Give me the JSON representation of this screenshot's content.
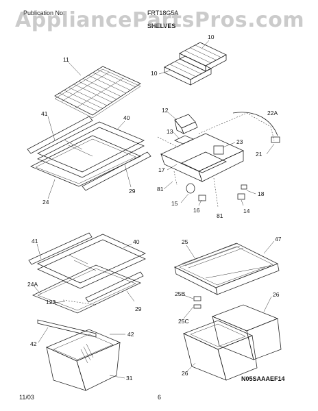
{
  "header": {
    "publication_label": "Publication No.",
    "model": "FRT18G5A",
    "section": "SHELVES",
    "watermark": "AppliancePartsPros.com"
  },
  "parts_labels": {
    "p11": "11",
    "p10a": "10",
    "p10b": "10",
    "p41a": "41",
    "p40a": "40",
    "p29a": "29",
    "p24": "24",
    "p12": "12",
    "p13": "13",
    "p22A": "22A",
    "p23": "23",
    "p21": "21",
    "p17": "17",
    "p81a": "81",
    "p15": "15",
    "p16": "16",
    "p81b": "81",
    "p14": "14",
    "p18": "18",
    "p41b": "41",
    "p40b": "40",
    "p24A": "24A",
    "p123": "123",
    "p29b": "29",
    "p42a": "42",
    "p42b": "42",
    "p31": "31",
    "p25": "25",
    "p47": "47",
    "p25B": "25B",
    "p26a": "26",
    "p25C": "25C",
    "p26b": "26"
  },
  "footer": {
    "date": "11/03",
    "page": "6",
    "figure_code": "N05SAAAEF14"
  }
}
